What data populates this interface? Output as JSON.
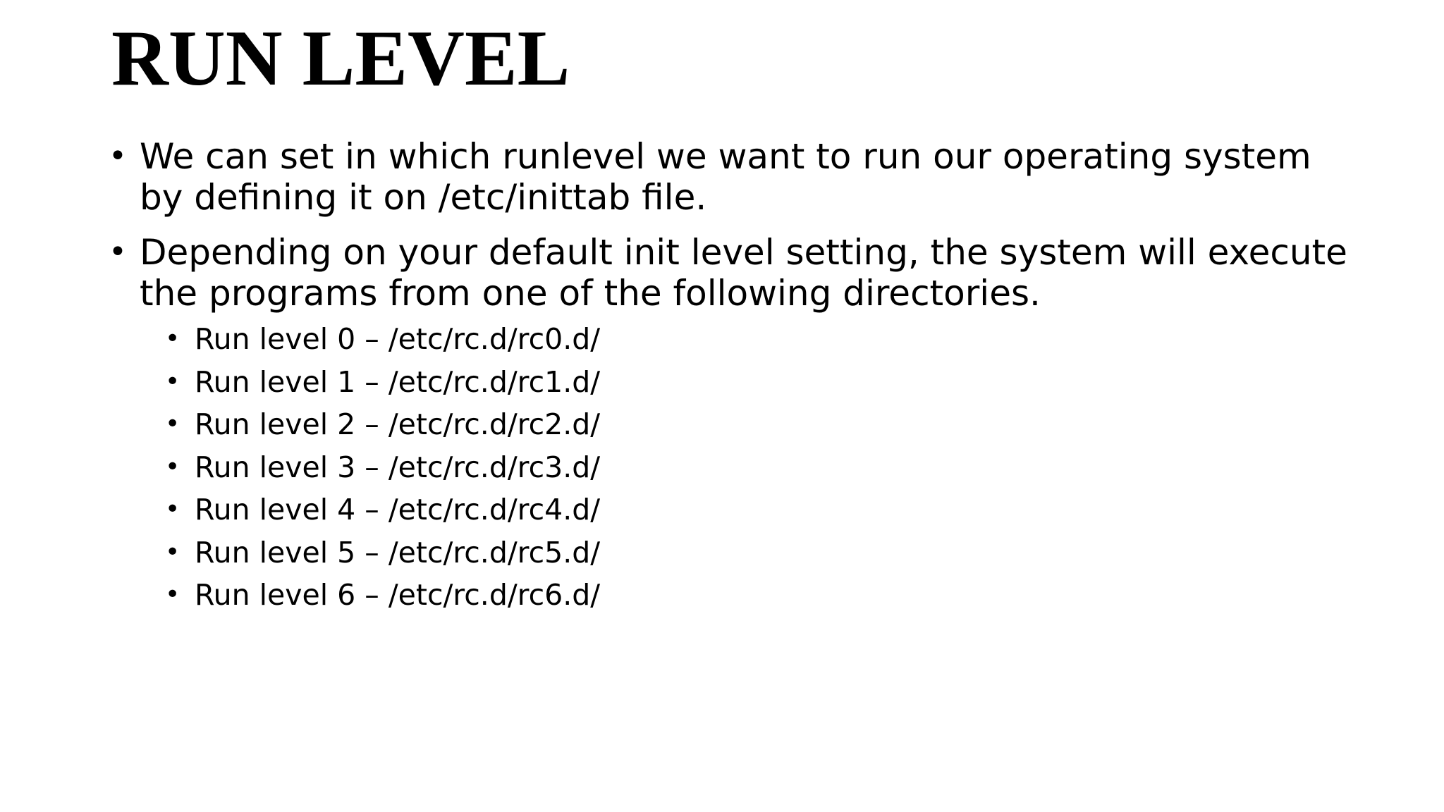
{
  "slide": {
    "title": "RUN LEVEL",
    "bullet_char": "•",
    "bullets": [
      {
        "text": "We can set in which runlevel we want to run our operating system by defining it on /etc/inittab file."
      },
      {
        "text": "Depending on your default init level setting, the system will execute the programs from one of the following directories."
      }
    ],
    "sub_bullets": [
      "Run level 0 – /etc/rc.d/rc0.d/",
      "Run level 1 – /etc/rc.d/rc1.d/",
      "Run level 2 – /etc/rc.d/rc2.d/",
      "Run level 3 – /etc/rc.d/rc3.d/",
      "Run level 4 – /etc/rc.d/rc4.d/",
      "Run level 5 – /etc/rc.d/rc5.d/",
      "Run level 6 – /etc/rc.d/rc6.d/"
    ]
  },
  "colors": {
    "background": "#ffffff",
    "text": "#000000"
  }
}
